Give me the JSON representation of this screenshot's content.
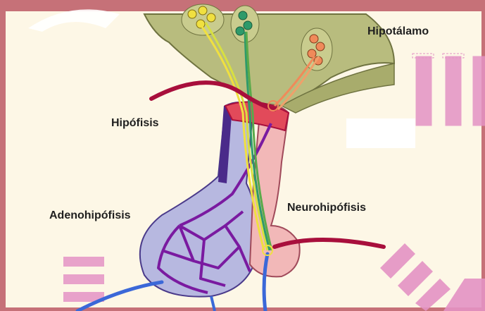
{
  "labels": {
    "hypothalamus": "Hipotálamo",
    "hypophysis": "Hipófisis",
    "adenohypophysis": "Adenohipófisis",
    "neurohypophysis": "Neurohipófisis"
  },
  "colors": {
    "frame": "#c67178",
    "panel": "#fdf7e6",
    "hypothalamus": "#b8bc7e",
    "artery": "#a80f3c",
    "portal_vein": "#7a1aa0",
    "adeno_gland": "#b7b8e0",
    "neuro_gland": "#f2b8b8",
    "vein": "#3b68d8",
    "tract_yellow": "#f0e040",
    "tract_green": "#2e9a6a",
    "tract_orange": "#f08a5a",
    "decor_pink": "#e493c4"
  }
}
